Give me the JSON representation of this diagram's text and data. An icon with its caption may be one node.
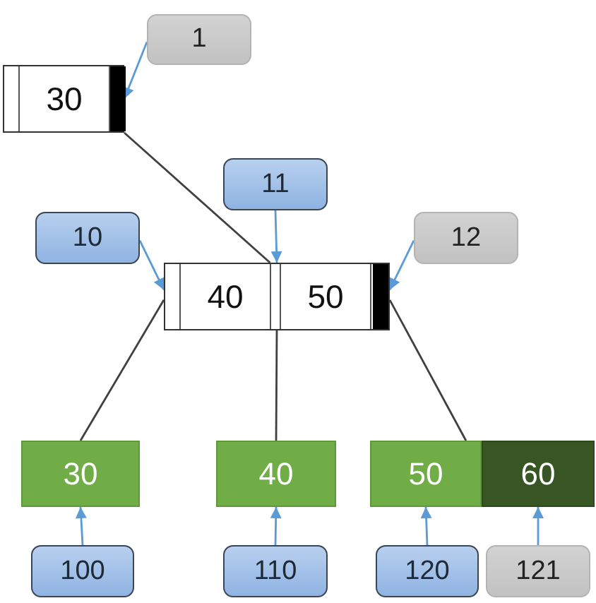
{
  "diagram": {
    "nodes": [
      {
        "text": [
          "1"
        ]
      },
      {
        "text": [
          "30"
        ]
      },
      {
        "text": [
          "11"
        ]
      },
      {
        "text": [
          "10"
        ]
      },
      {
        "text": [
          "12"
        ]
      },
      {
        "text": [
          "40",
          "50"
        ]
      },
      {
        "text": [
          "30"
        ]
      },
      {
        "text": [
          "40"
        ]
      },
      {
        "text": [
          "50"
        ]
      },
      {
        "text": [
          "60"
        ]
      },
      {
        "text": [
          "100"
        ]
      },
      {
        "text": [
          "110"
        ]
      },
      {
        "text": [
          "120"
        ]
      },
      {
        "text": [
          "121"
        ]
      }
    ],
    "edges": [
      {
        "from": 0,
        "to": 1,
        "arrow": "to"
      },
      {
        "from": 1,
        "to": 5,
        "arrow": "none",
        "color": "#404040"
      },
      {
        "from": 2,
        "to": 5,
        "arrow": "to"
      },
      {
        "from": 3,
        "to": 5,
        "arrow": "to"
      },
      {
        "from": 4,
        "to": 5,
        "arrow": "to"
      },
      {
        "from": 5,
        "to": 6,
        "arrow": "none",
        "color": "#404040"
      },
      {
        "from": 5,
        "to": 7,
        "arrow": "none",
        "color": "#404040"
      },
      {
        "from": 5,
        "to": 8,
        "arrow": "none",
        "color": "#404040"
      },
      {
        "from": 10,
        "to": 6,
        "arrow": "to"
      },
      {
        "from": 11,
        "to": 7,
        "arrow": "to"
      },
      {
        "from": 12,
        "to": 8,
        "arrow": "to"
      },
      {
        "from": 13,
        "to": 9,
        "arrow": "to"
      }
    ]
  }
}
